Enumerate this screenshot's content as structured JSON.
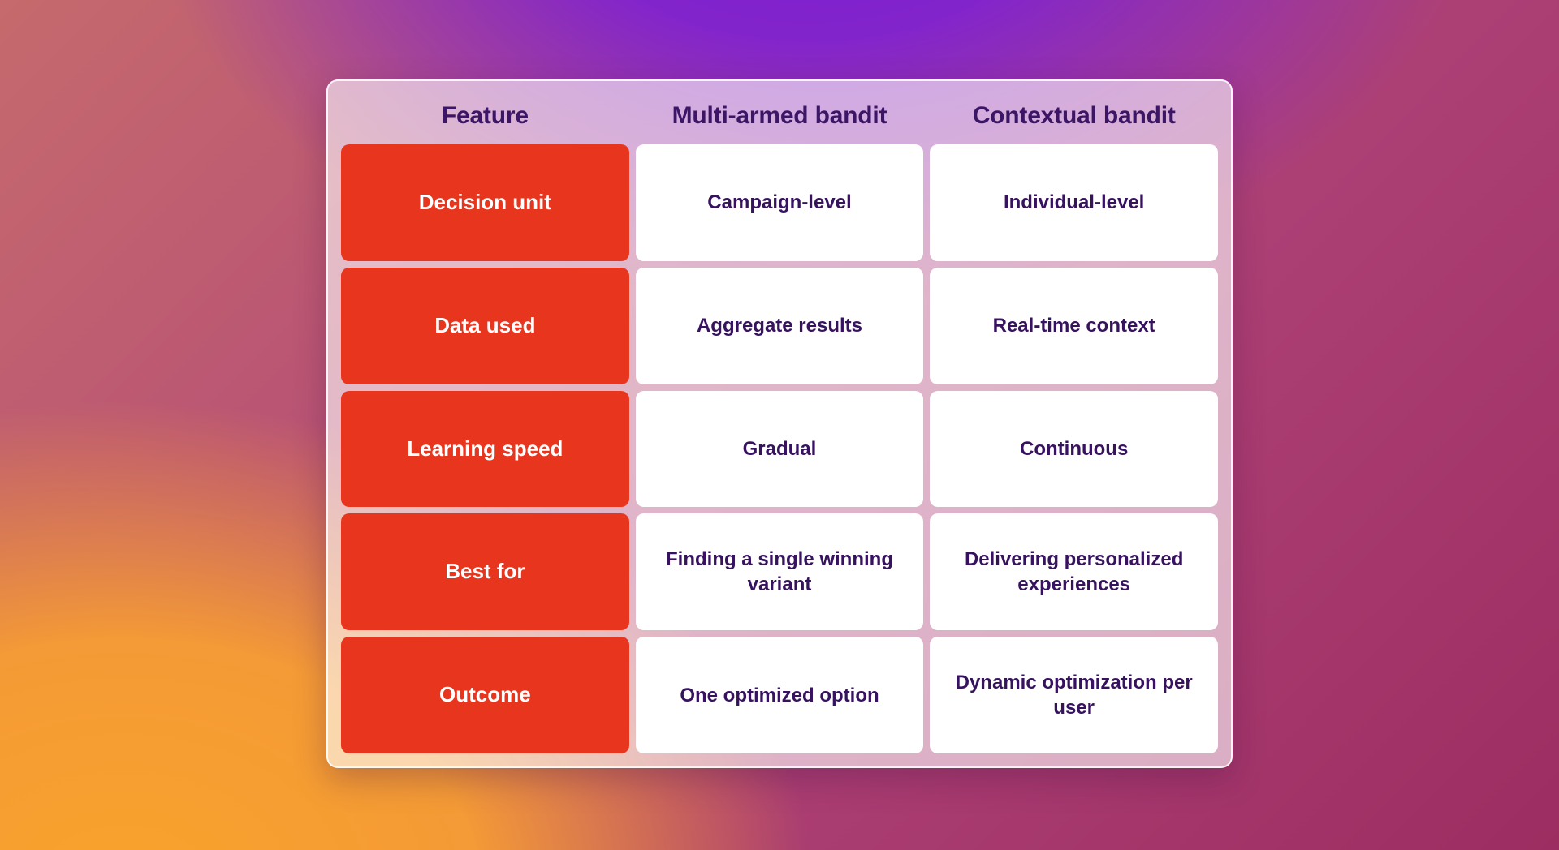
{
  "chart_data": {
    "type": "table",
    "columns": [
      "Feature",
      "Multi-armed bandit",
      "Contextual bandit"
    ],
    "rows": [
      [
        "Decision unit",
        "Campaign-level",
        "Individual-level"
      ],
      [
        "Data used",
        "Aggregate results",
        "Real-time context"
      ],
      [
        "Learning speed",
        "Gradual",
        "Continuous"
      ],
      [
        "Best for",
        "Finding a single winning variant",
        "Delivering personalized experiences"
      ],
      [
        "Outcome",
        "One optimized option",
        "Dynamic optimization per user"
      ]
    ],
    "legend_position": "none",
    "grid": false
  },
  "colors": {
    "feature_cell_bg": "#e7351e",
    "feature_cell_text": "#ffffff",
    "value_cell_bg": "#ffffff",
    "value_cell_text": "#36125f",
    "header_text": "#3b1566",
    "card_tint": "rgba(255,255,255,0.60)",
    "bg_orange": "#f9a32b",
    "bg_purple": "#7b1bd1",
    "bg_salmon": "#c66a6d",
    "bg_magenta": "#9c2d62"
  }
}
